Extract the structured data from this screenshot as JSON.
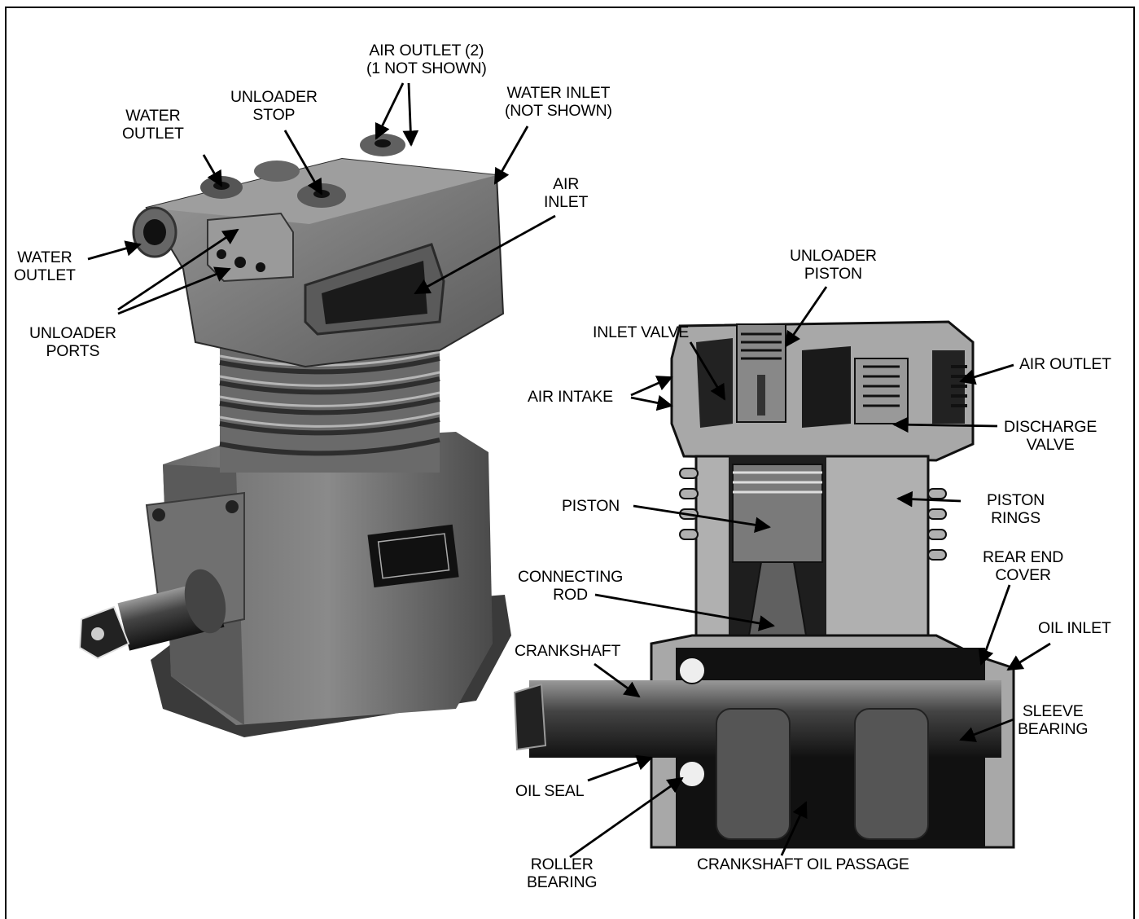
{
  "labels": {
    "water_outlet_top": [
      "WATER",
      "OUTLET"
    ],
    "unloader_stop": [
      "UNLOADER",
      "STOP"
    ],
    "air_outlet_top": [
      "AIR OUTLET (2)",
      "(1 NOT SHOWN)"
    ],
    "water_inlet": [
      "WATER INLET",
      "(NOT SHOWN)"
    ],
    "air_inlet": [
      "AIR",
      "INLET"
    ],
    "water_outlet_side": [
      "WATER",
      "OUTLET"
    ],
    "unloader_ports": [
      "UNLOADER",
      "PORTS"
    ],
    "unloader_piston": [
      "UNLOADER",
      "PISTON"
    ],
    "inlet_valve": "INLET VALVE",
    "air_intake": "AIR INTAKE",
    "air_outlet_right": "AIR OUTLET",
    "discharge_valve": [
      "DISCHARGE",
      "VALVE"
    ],
    "piston": "PISTON",
    "piston_rings": [
      "PISTON",
      "RINGS"
    ],
    "connecting_rod": [
      "CONNECTING",
      "ROD"
    ],
    "rear_end_cover": [
      "REAR END",
      "COVER"
    ],
    "oil_inlet": "OIL INLET",
    "crankshaft": "CRANKSHAFT",
    "sleeve_bearing": [
      "SLEEVE",
      "BEARING"
    ],
    "oil_seal": "OIL SEAL",
    "roller_bearing": [
      "ROLLER",
      "BEARING"
    ],
    "crankshaft_oil_passage": "CRANKSHAFT OIL PASSAGE"
  }
}
